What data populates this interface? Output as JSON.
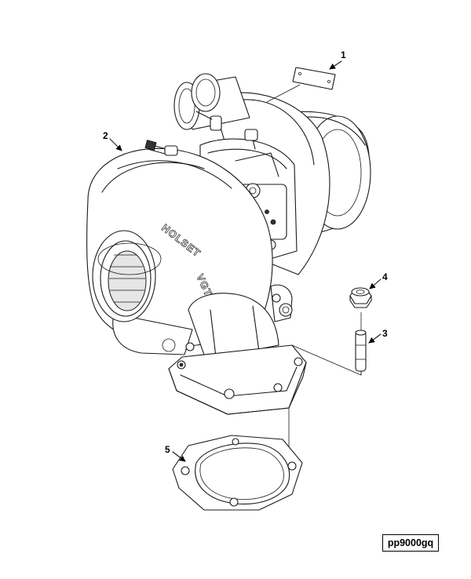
{
  "figure": {
    "reference_code": "pp9000gq",
    "brand_text": "HOLSET",
    "model_text": "VGT",
    "callouts": [
      {
        "id": 1,
        "label": "1"
      },
      {
        "id": 2,
        "label": "2"
      },
      {
        "id": 3,
        "label": "3"
      },
      {
        "id": 4,
        "label": "4"
      },
      {
        "id": 5,
        "label": "5"
      }
    ]
  }
}
